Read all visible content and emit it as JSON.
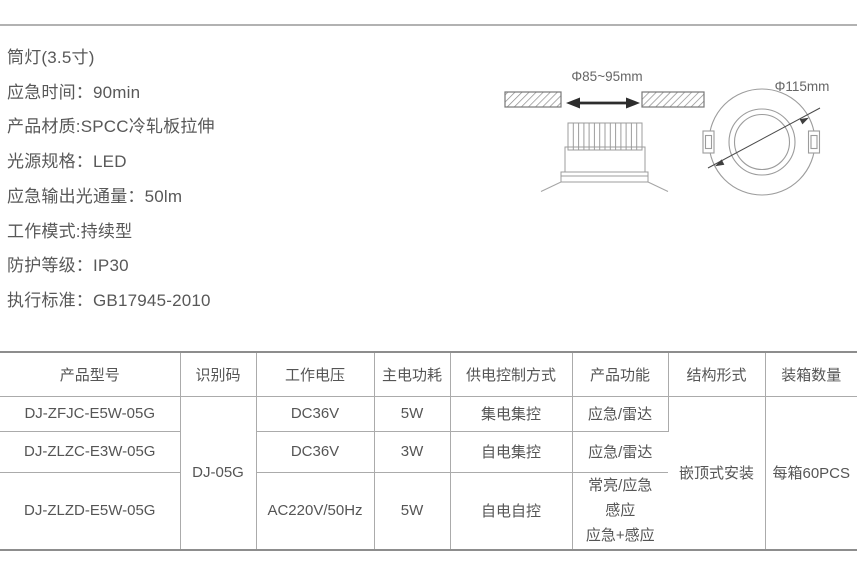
{
  "product": {
    "title": "筒灯(3.5寸)",
    "specs": [
      "应急时间：90min",
      "产品材质:SPCC冷轧板拉伸",
      "光源规格：LED",
      "应急输出光通量：50lm",
      "工作模式:持续型",
      "防护等级：IP30",
      "执行标准：GB17945-2010"
    ]
  },
  "diagrams": {
    "cutout_label": "Φ85~95mm",
    "outer_diameter_label": "Φ115mm"
  },
  "table": {
    "headers": [
      "产品型号",
      "识别码",
      "工作电压",
      "主电功耗",
      "供电控制方式",
      "产品功能",
      "结构形式",
      "装箱数量"
    ],
    "id_code": "DJ-05G",
    "structure": "嵌顶式安装",
    "packing": "每箱60PCS",
    "rows": [
      {
        "model": "DJ-ZFJC-E5W-05G",
        "voltage": "DC36V",
        "power": "5W",
        "control": "集电集控",
        "function": "应急/雷达"
      },
      {
        "model": "DJ-ZLZC-E3W-05G",
        "voltage": "DC36V",
        "power": "3W",
        "control": "自电集控",
        "function": "应急/雷达"
      },
      {
        "model": "DJ-ZLZD-E5W-05G",
        "voltage": "AC220V/50Hz",
        "power": "5W",
        "control": "自电自控",
        "function": "常亮/应急\n感应\n应急+感应"
      }
    ]
  },
  "colors": {
    "text_gray": "#585858",
    "table_border": "#ababab",
    "table_outer_border": "#8d8d8d",
    "drawing_line": "#9c9c9c",
    "arrow_dark": "#2d2d2d"
  }
}
